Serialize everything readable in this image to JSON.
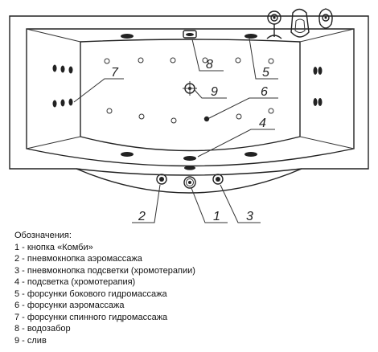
{
  "callouts": {
    "n1": "1",
    "n2": "2",
    "n3": "3",
    "n4": "4",
    "n5": "5",
    "n6": "6",
    "n7": "7",
    "n8": "8",
    "n9": "9"
  },
  "legend": {
    "title": "Обозначения:",
    "items": [
      "1 - кнопка «Комби»",
      "2 - пневмокнопка аэромассажа",
      "3 - пневмокнопка подсветки (хромотерапии)",
      "4 - подсветка (хромотерапия)",
      "5 - форсунки бокового гидромассажа",
      "6 - форсунки аэромассажа",
      "7 - форсунки спинного гидромассажа",
      "8 - водозабор",
      "9 - слив"
    ]
  }
}
